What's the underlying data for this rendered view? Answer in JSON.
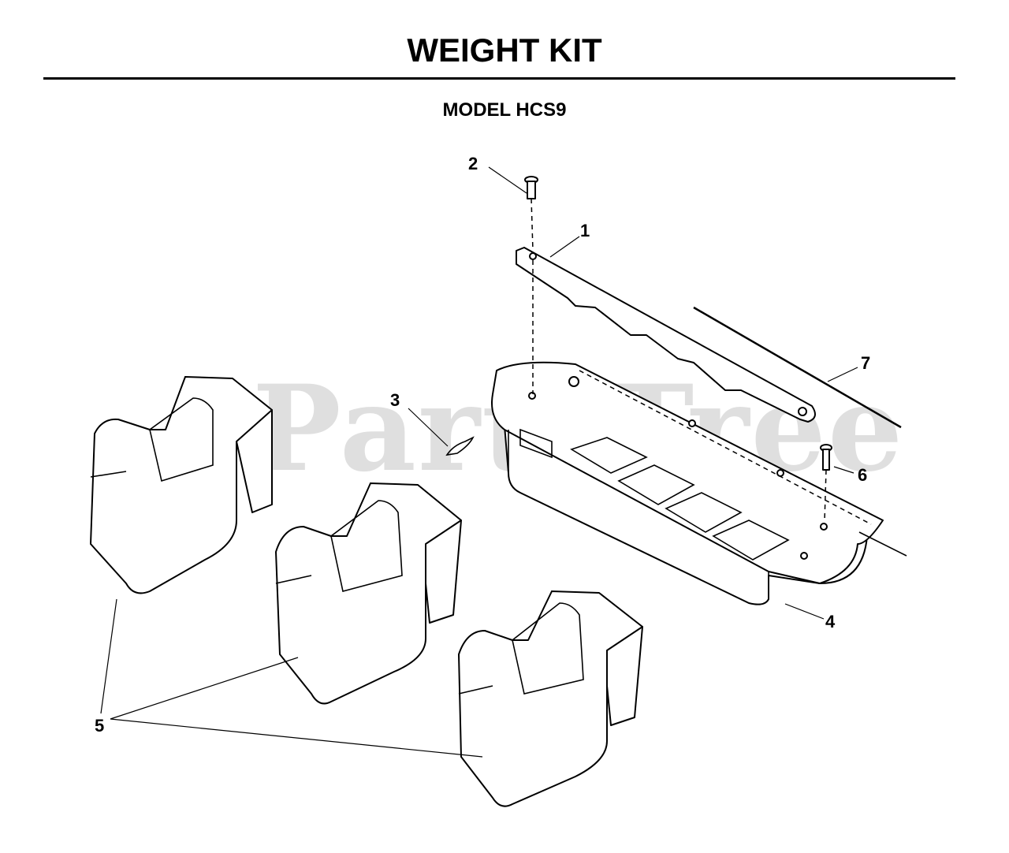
{
  "header": {
    "title": "WEIGHT KIT",
    "subtitle": "MODEL HCS9"
  },
  "watermark": "PartsTree",
  "callouts": {
    "c1": "1",
    "c2": "2",
    "c3": "3",
    "c4": "4",
    "c5": "5",
    "c6": "6",
    "c7": "7"
  }
}
